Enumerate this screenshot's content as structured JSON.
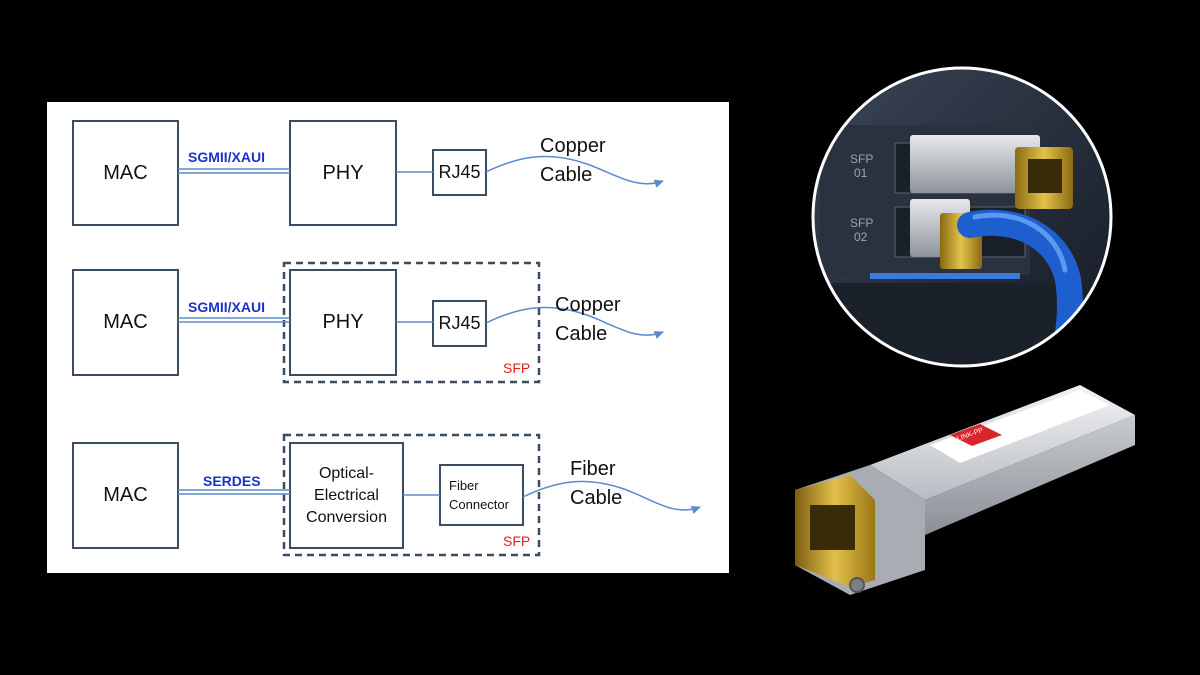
{
  "diagrams": [
    {
      "mac": "MAC",
      "link": "SGMII/XAUI",
      "phy": "PHY",
      "connector": "RJ45",
      "cable_line1": "Copper",
      "cable_line2": "Cable"
    },
    {
      "mac": "MAC",
      "link": "SGMII/XAUI",
      "phy": "PHY",
      "connector": "RJ45",
      "sfp_tag": "SFP",
      "cable_line1": "Copper",
      "cable_line2": "Cable"
    },
    {
      "mac": "MAC",
      "link": "SERDES",
      "converter_line1": "Optical-",
      "converter_line2": "Electrical",
      "converter_line3": "Conversion",
      "connector_line1": "Fiber",
      "connector_line2": "Connector",
      "sfp_tag": "SFP",
      "cable_line1": "Fiber",
      "cable_line2": "Cable"
    }
  ],
  "photos": {
    "port_labels": [
      "SFP",
      "01",
      "SFP",
      "02"
    ],
    "module_label": "LINK-PP",
    "colors": {
      "housing": "#2a3240",
      "module_silver": "#c9ccd0",
      "rj45_gold": "#c9a02a",
      "cable_blue": "#1e5fd0",
      "accent_blue": "#3a7be0"
    }
  },
  "colors": {
    "box_stroke": "#3a4d63",
    "line": "#5b8bc9",
    "link_text": "#1c33c8",
    "sfp_text": "#e02020"
  }
}
